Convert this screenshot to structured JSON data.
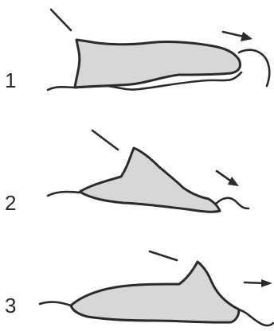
{
  "figures": [
    {
      "label": "1"
    },
    {
      "label": "2"
    },
    {
      "label": "3"
    }
  ],
  "colors": {
    "fill": "#d7d7d7",
    "stroke": "#2b2b2b",
    "background": "#ffffff"
  }
}
